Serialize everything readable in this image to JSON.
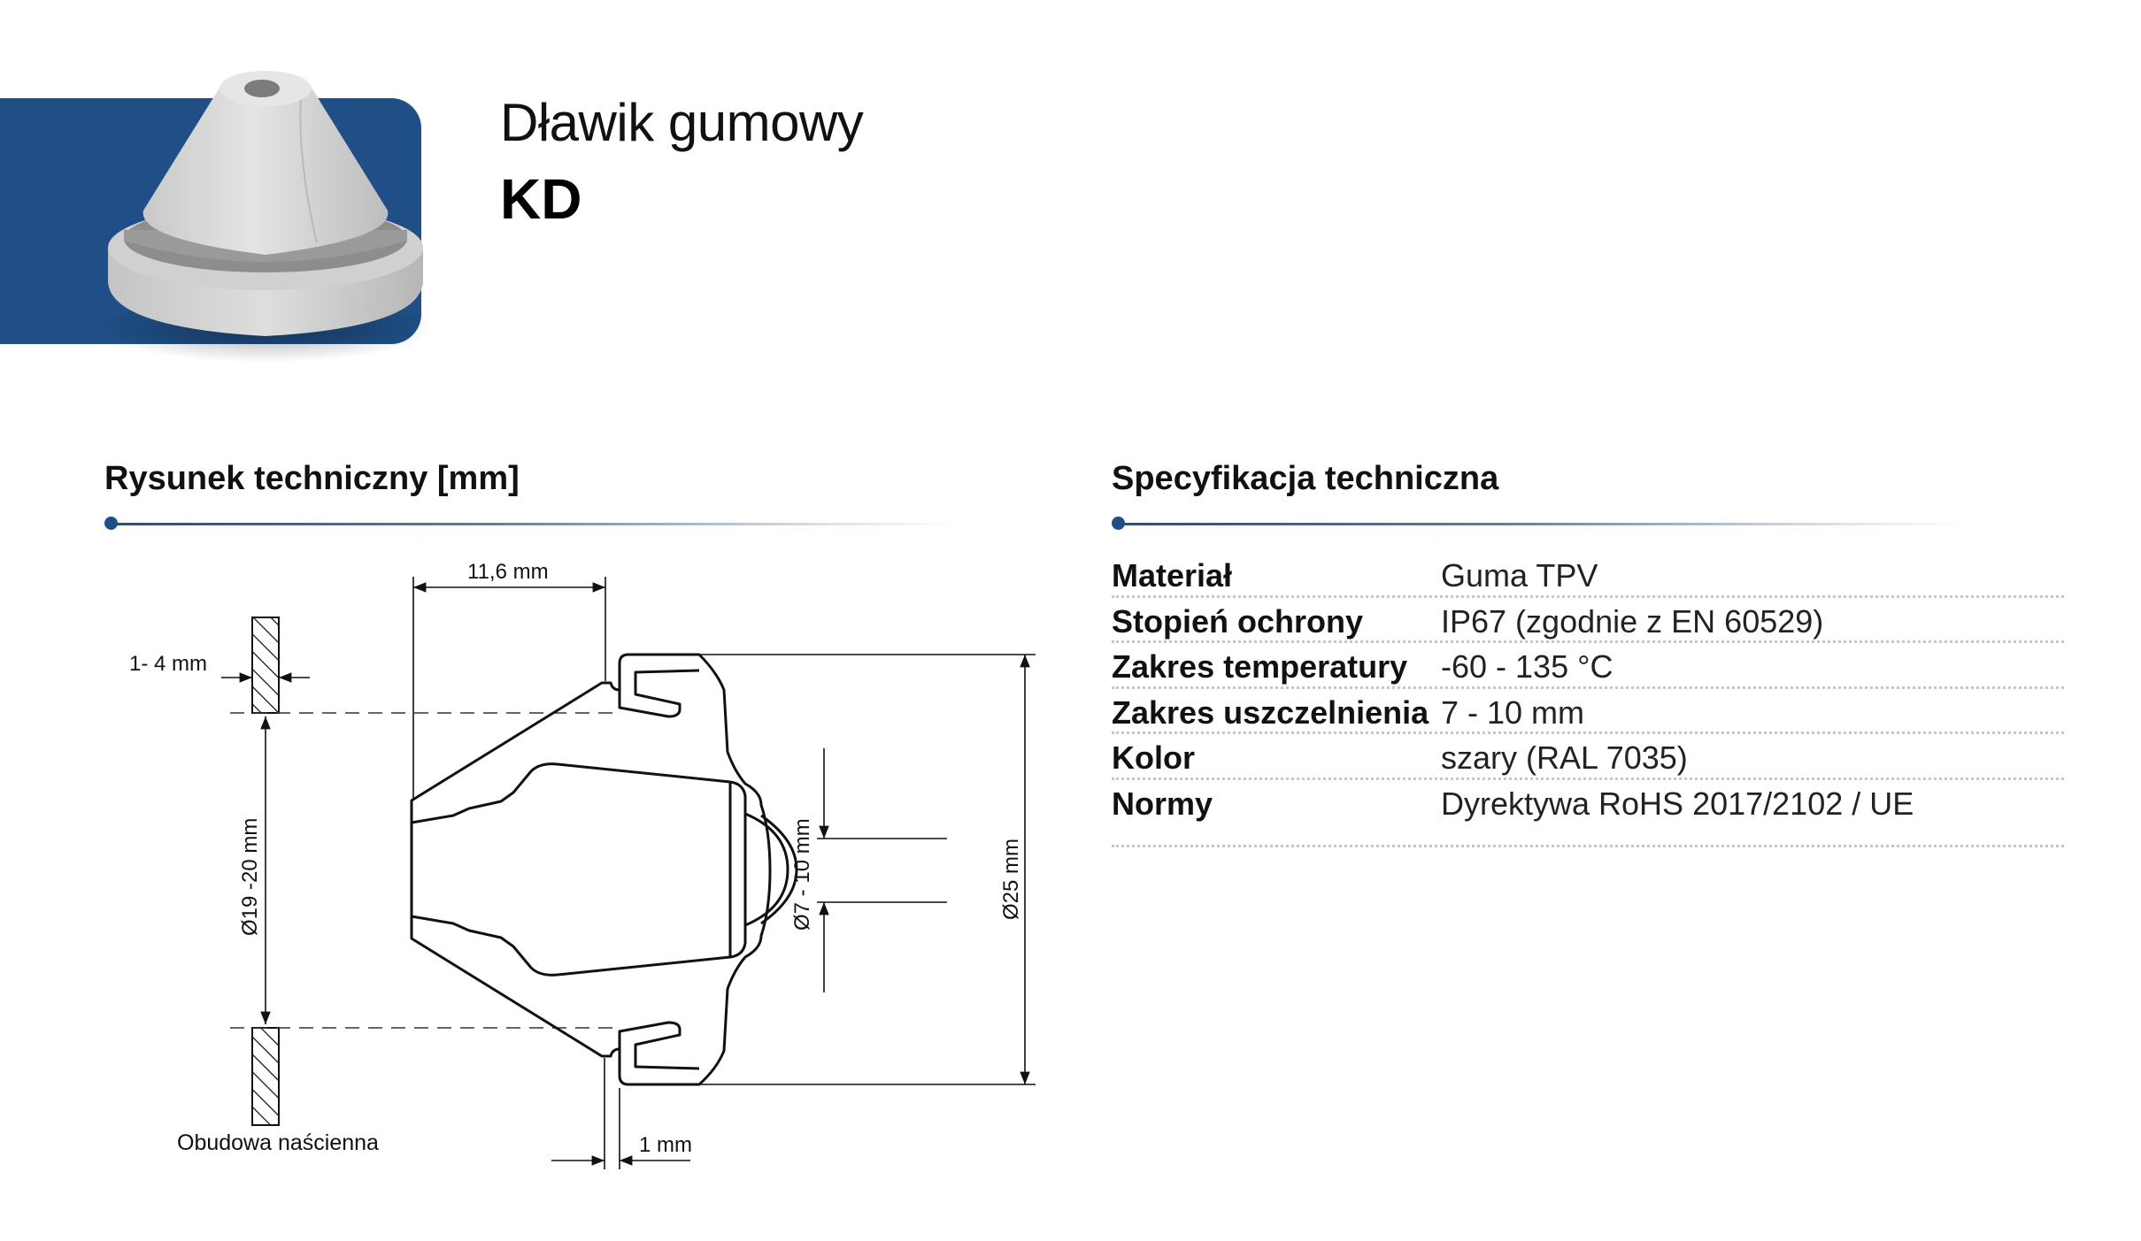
{
  "header": {
    "subtitle": "Dławik gumowy",
    "model": "KD"
  },
  "colors": {
    "brand_blue": "#1f4f86",
    "product_grey": "#d9d9d9"
  },
  "drawing_section": {
    "title": "Rysunek techniczny [mm]",
    "labels": {
      "top_length": "11,6 mm",
      "wall_thickness": "1- 4 mm",
      "hole_diameter": "Ø19 -20 mm",
      "seal_range": "Ø7 - 10 mm",
      "outer_diameter": "Ø25 mm",
      "flange_gap": "1 mm",
      "wall_caption": "Obudowa naścienna"
    }
  },
  "spec_section": {
    "title": "Specyfikacja techniczna",
    "rows": [
      {
        "label": "Materiał",
        "value": "Guma TPV"
      },
      {
        "label": "Stopień ochrony",
        "value": "IP67 (zgodnie z EN 60529)"
      },
      {
        "label": "Zakres temperatury",
        "value": "-60 - 135 °C"
      },
      {
        "label": "Zakres uszczelnienia",
        "value": "7 - 10 mm"
      },
      {
        "label": "Kolor",
        "value": "szary (RAL 7035)"
      },
      {
        "label": "Normy",
        "value": "Dyrektywa RoHS 2017/2102 / UE"
      }
    ],
    "certification_icon": "ce-mark-icon"
  }
}
